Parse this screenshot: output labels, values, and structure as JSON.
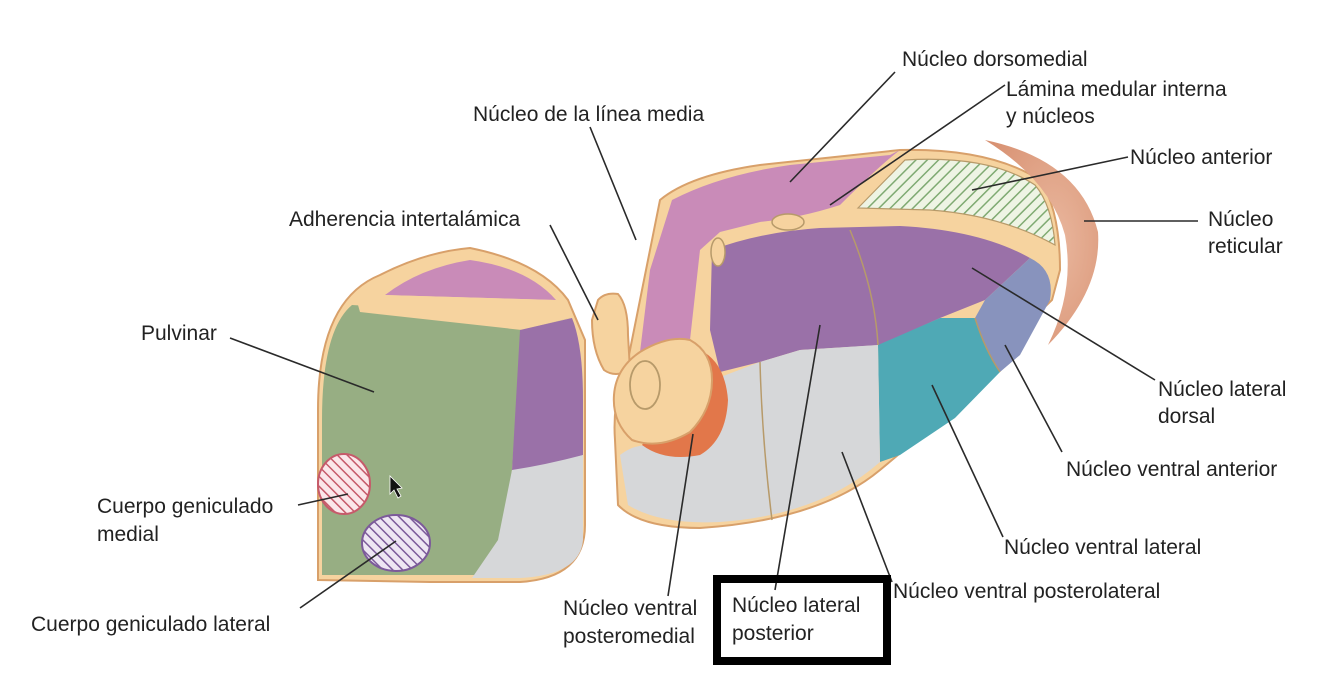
{
  "labels": {
    "dorsomedial": "Núcleo dorsomedial",
    "lamina_1": "Lámina medular interna",
    "lamina_2": "y núcleos",
    "linea_media": "Núcleo de la línea media",
    "anterior": "Núcleo anterior",
    "reticular_1": "Núcleo",
    "reticular_2": "reticular",
    "adherencia": "Adherencia intertalámica",
    "pulvinar": "Pulvinar",
    "lateral_dorsal_1": "Núcleo lateral",
    "lateral_dorsal_2": "dorsal",
    "ventral_anterior": "Núcleo ventral anterior",
    "geniculado_medial_1": "Cuerpo geniculado",
    "geniculado_medial_2": "medial",
    "ventral_lateral": "Núcleo ventral lateral",
    "ventral_posterolateral": "Núcleo ventral posterolateral",
    "geniculado_lateral": "Cuerpo geniculado lateral",
    "ventral_posteromedial_1": "Núcleo ventral",
    "ventral_posteromedial_2": "posteromedial",
    "lateral_posterior_1": "Núcleo lateral",
    "lateral_posterior_2": "posterior"
  },
  "colors": {
    "lamina": "#f6d39f",
    "magenta": "#c98bb8",
    "purple": "#9a71a8",
    "green": "#97ae83",
    "grey": "#d6d7d9",
    "teal": "#4fa9b5",
    "slate": "#8893bd",
    "orange": "#e2774a",
    "reticular": "#e4a98c",
    "hatch_green": "#7faa72",
    "hatch_red": "#c65a6a",
    "hatch_purple": "#7c5a9a",
    "highlight_box": "#000000"
  },
  "highlight": "lateral_posterior"
}
